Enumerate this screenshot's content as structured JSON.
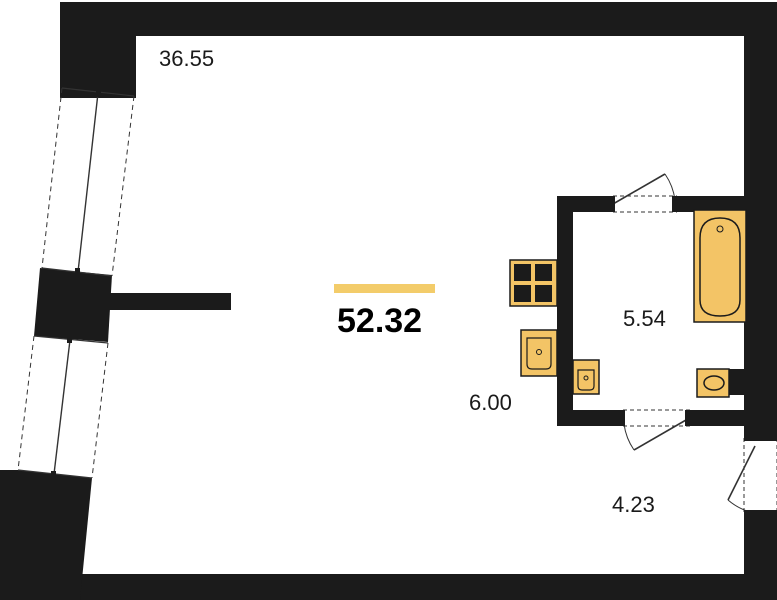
{
  "plan": {
    "total_area": "52.32",
    "rooms": {
      "main_room": "36.55",
      "bathroom": "5.54",
      "kitchen": "6.00",
      "hallway": "4.23"
    }
  },
  "colors": {
    "wall": "#1b1b1b",
    "fixture": "#f3c466",
    "accent": "#f3cc6a",
    "background": "#ffffff"
  }
}
